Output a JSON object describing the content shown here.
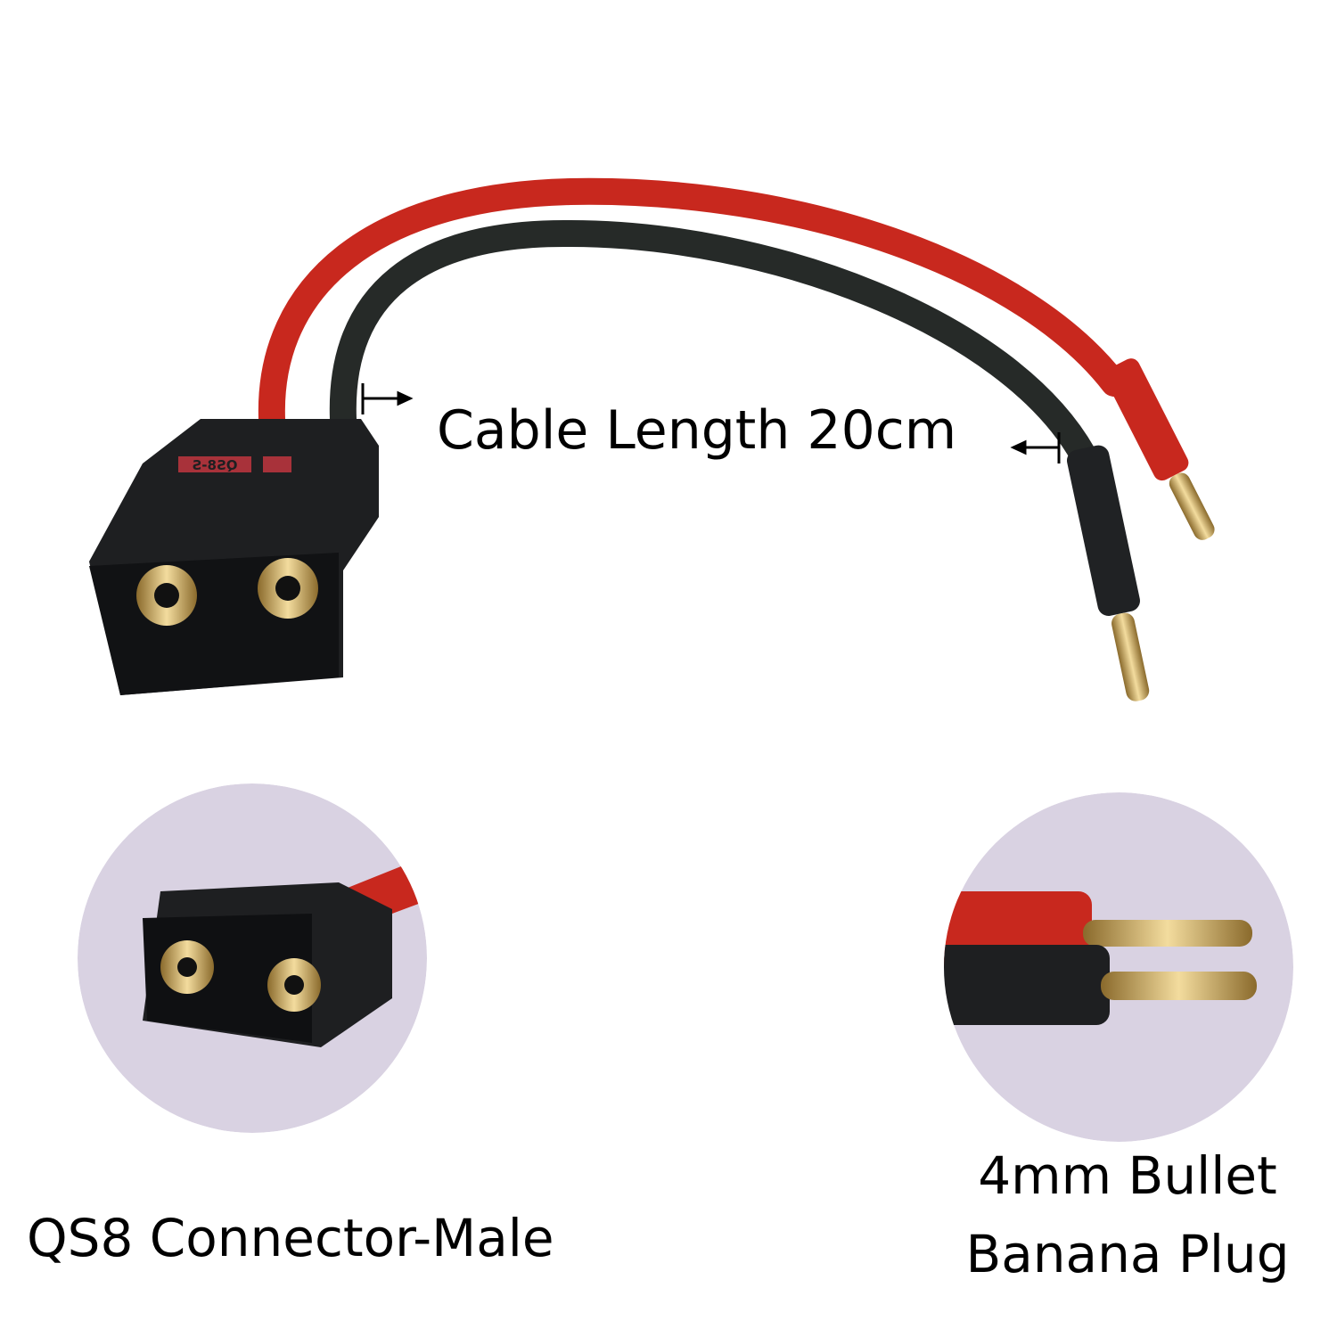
{
  "labels": {
    "cable_length": "Cable Length 20cm",
    "connector": "QS8 Connector-Male",
    "plug_line1": "4mm Bullet",
    "plug_line2": "Banana Plug"
  },
  "connector_marking": "QS8-S",
  "colors": {
    "red_wire": "#c8281e",
    "black_wire": "#262a28",
    "housing": "#1e1f21",
    "gold": "#c9a45a",
    "circle_bg": "#d9d2e2"
  }
}
